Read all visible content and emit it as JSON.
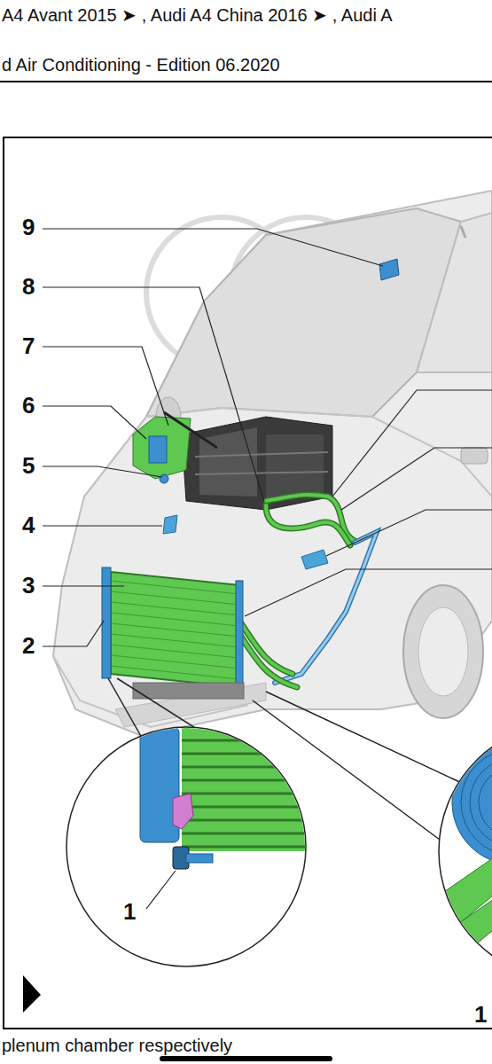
{
  "diagram": {
    "labels": [
      "A4 Avant 2015 ➤ , Audi A4 China 2016 ➤ , Audi A",
      "d Air Conditioning - Edition 06.2020",
      "9",
      "8",
      "7",
      "6",
      "5",
      "4",
      "3",
      "2",
      "1",
      "1",
      "plenum chamber respectively"
    ]
  }
}
